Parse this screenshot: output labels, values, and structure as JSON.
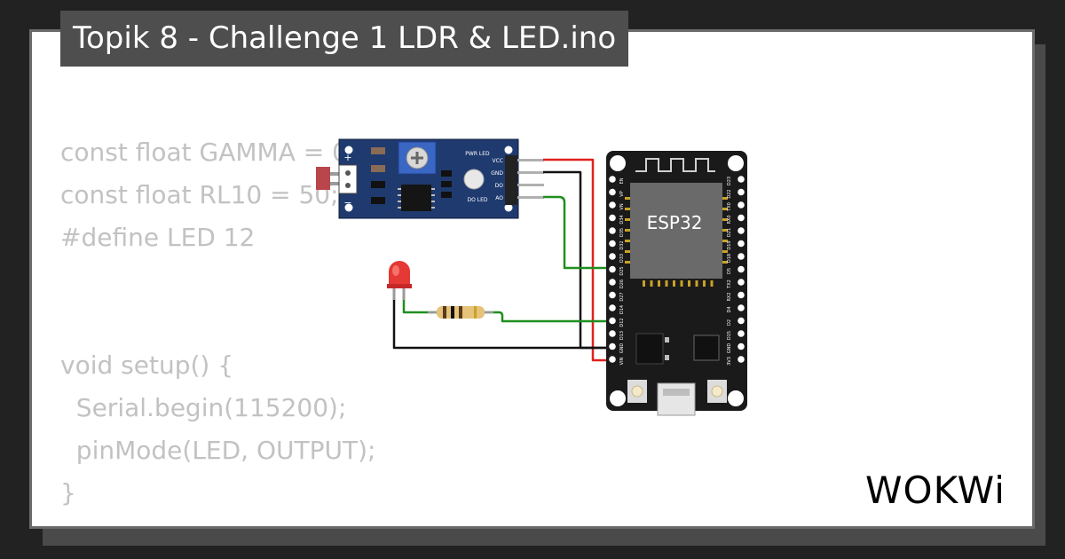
{
  "project": {
    "title": "Topik 8 - Challenge 1 LDR & LED.ino"
  },
  "code_lines": [
    "const float GAMMA = 0.7;",
    "const float RL10 = 50;",
    "#define LED 12",
    "",
    "",
    "void setup() {",
    "  Serial.begin(115200);",
    "  pinMode(LED, OUTPUT);",
    "}"
  ],
  "ldr_module": {
    "pins": [
      "VCC",
      "GND",
      "DO",
      "AO"
    ],
    "pwr_led": "PWR LED",
    "do_led": "DO LED",
    "plus": "+",
    "minus": "−"
  },
  "esp32": {
    "label": "ESP32",
    "left_pins": [
      "EN",
      "VP",
      "VN",
      "D34",
      "D35",
      "D32",
      "D33",
      "D25",
      "D26",
      "D27",
      "D14",
      "D12",
      "D13",
      "GND",
      "VIN"
    ],
    "right_pins": [
      "D23",
      "D22",
      "TX0",
      "RX0",
      "D21",
      "D19",
      "D18",
      "D5",
      "TX2",
      "RX2",
      "D4",
      "D2",
      "D15",
      "GND",
      "3V3"
    ]
  },
  "brand": {
    "logo": "WOKWi"
  },
  "colors": {
    "background": "#222222",
    "wire_red": "#e02020",
    "wire_black": "#111111",
    "wire_green": "#1e8f1e",
    "module_blue": "#1f3a6e",
    "board_black": "#1a1a1a"
  }
}
